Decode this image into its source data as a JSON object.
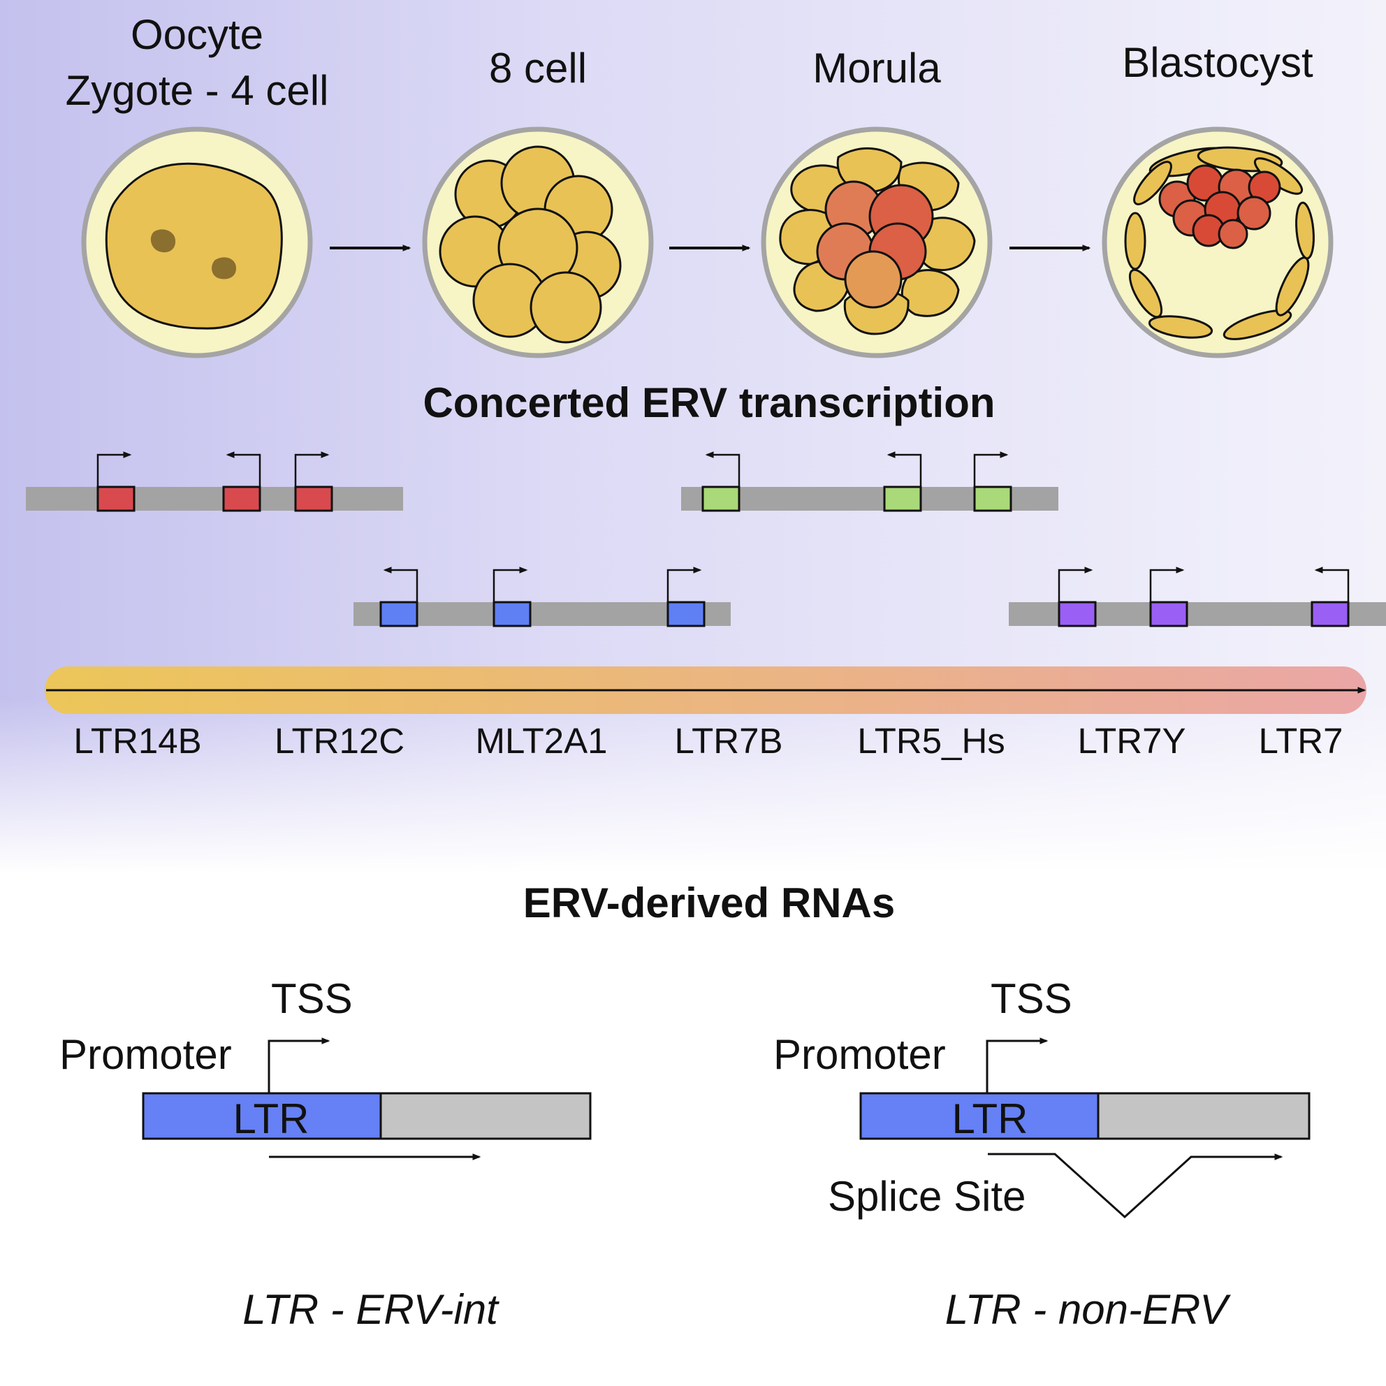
{
  "stages": [
    {
      "id": "oocyte",
      "lines": [
        "Oocyte",
        "Zygote - 4 cell"
      ]
    },
    {
      "id": "8cell",
      "lines": [
        "8 cell"
      ]
    },
    {
      "id": "morula",
      "lines": [
        "Morula"
      ]
    },
    {
      "id": "blastocyst",
      "lines": [
        "Blastocyst"
      ]
    }
  ],
  "transcription_title": "Concerted ERV transcription",
  "ltr_families": [
    "LTR14B",
    "LTR12C",
    "MLT2A1",
    "LTR7B",
    "LTR5_Hs",
    "LTR7Y",
    "LTR7"
  ],
  "loci": [
    {
      "color": "#d94a4f",
      "directions": [
        "right",
        "left",
        "right"
      ]
    },
    {
      "color": "#a9d978",
      "directions": [
        "left",
        "left",
        "right"
      ]
    },
    {
      "color": "#5f7ff5",
      "directions": [
        "left",
        "right",
        "right"
      ]
    },
    {
      "color": "#9a5ff5",
      "directions": [
        "right",
        "right",
        "left"
      ]
    }
  ],
  "rnas_title": "ERV-derived RNAs",
  "left_model": {
    "tss": "TSS",
    "promoter": "Promoter",
    "ltr": "LTR",
    "caption": "LTR - ERV-int"
  },
  "right_model": {
    "tss": "TSS",
    "promoter": "Promoter",
    "ltr": "LTR",
    "splice": "Splice Site",
    "caption": "LTR - non-ERV"
  },
  "colors": {
    "background_top": "#c9c6ee",
    "egg_fill": "#f7f4c6",
    "egg_ring": "#a4a4a4",
    "cell_fill": "#e8c255",
    "icm_fill": "#db6045",
    "ltr_box": "#6680f5",
    "gene_body": "#c4c4c4",
    "timeline_start": "#ecc659",
    "timeline_end": "#eaa6a6"
  }
}
